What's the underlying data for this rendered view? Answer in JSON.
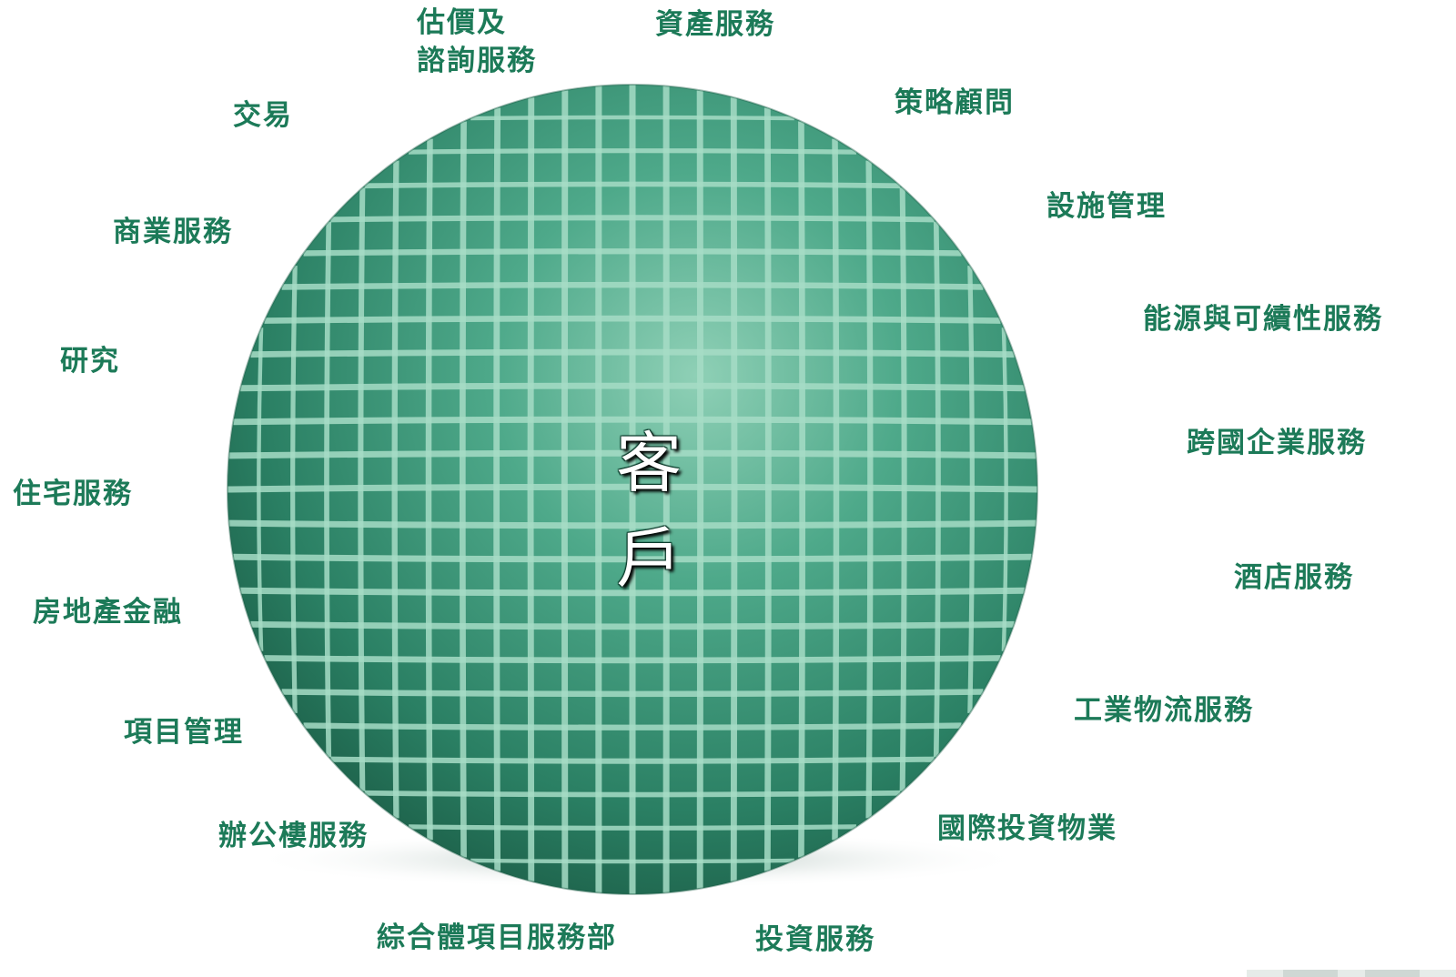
{
  "center_label": "客 戶",
  "services": {
    "valuation": [
      "估價及",
      "諮詢服務"
    ],
    "asset_services": "資產服務",
    "strategic_consulting": "策略顧問",
    "facility_management": "設施管理",
    "energy_sustainability": "能源與可續性服務",
    "multinational_corporate": "跨國企業服務",
    "hotel_services": "酒店服務",
    "industrial_logistics": "工業物流服務",
    "international_investment": "國際投資物業",
    "investment_services": "投資服務",
    "integrated_project": "綜合體項目服務部",
    "office_services": "辦公樓服務",
    "project_management": "項目管理",
    "real_estate_finance": "房地產金融",
    "residential_services": "住宅服務",
    "research": "研究",
    "commercial_services": "商業服務",
    "transactions": "交易"
  },
  "colors": {
    "label_green": "#1c7a58",
    "sphere_dark": "#1f6a50",
    "sphere_mid": "#3a9a7a",
    "sphere_light": "#8fd0b6",
    "grid_line": "#a6dcc6"
  }
}
